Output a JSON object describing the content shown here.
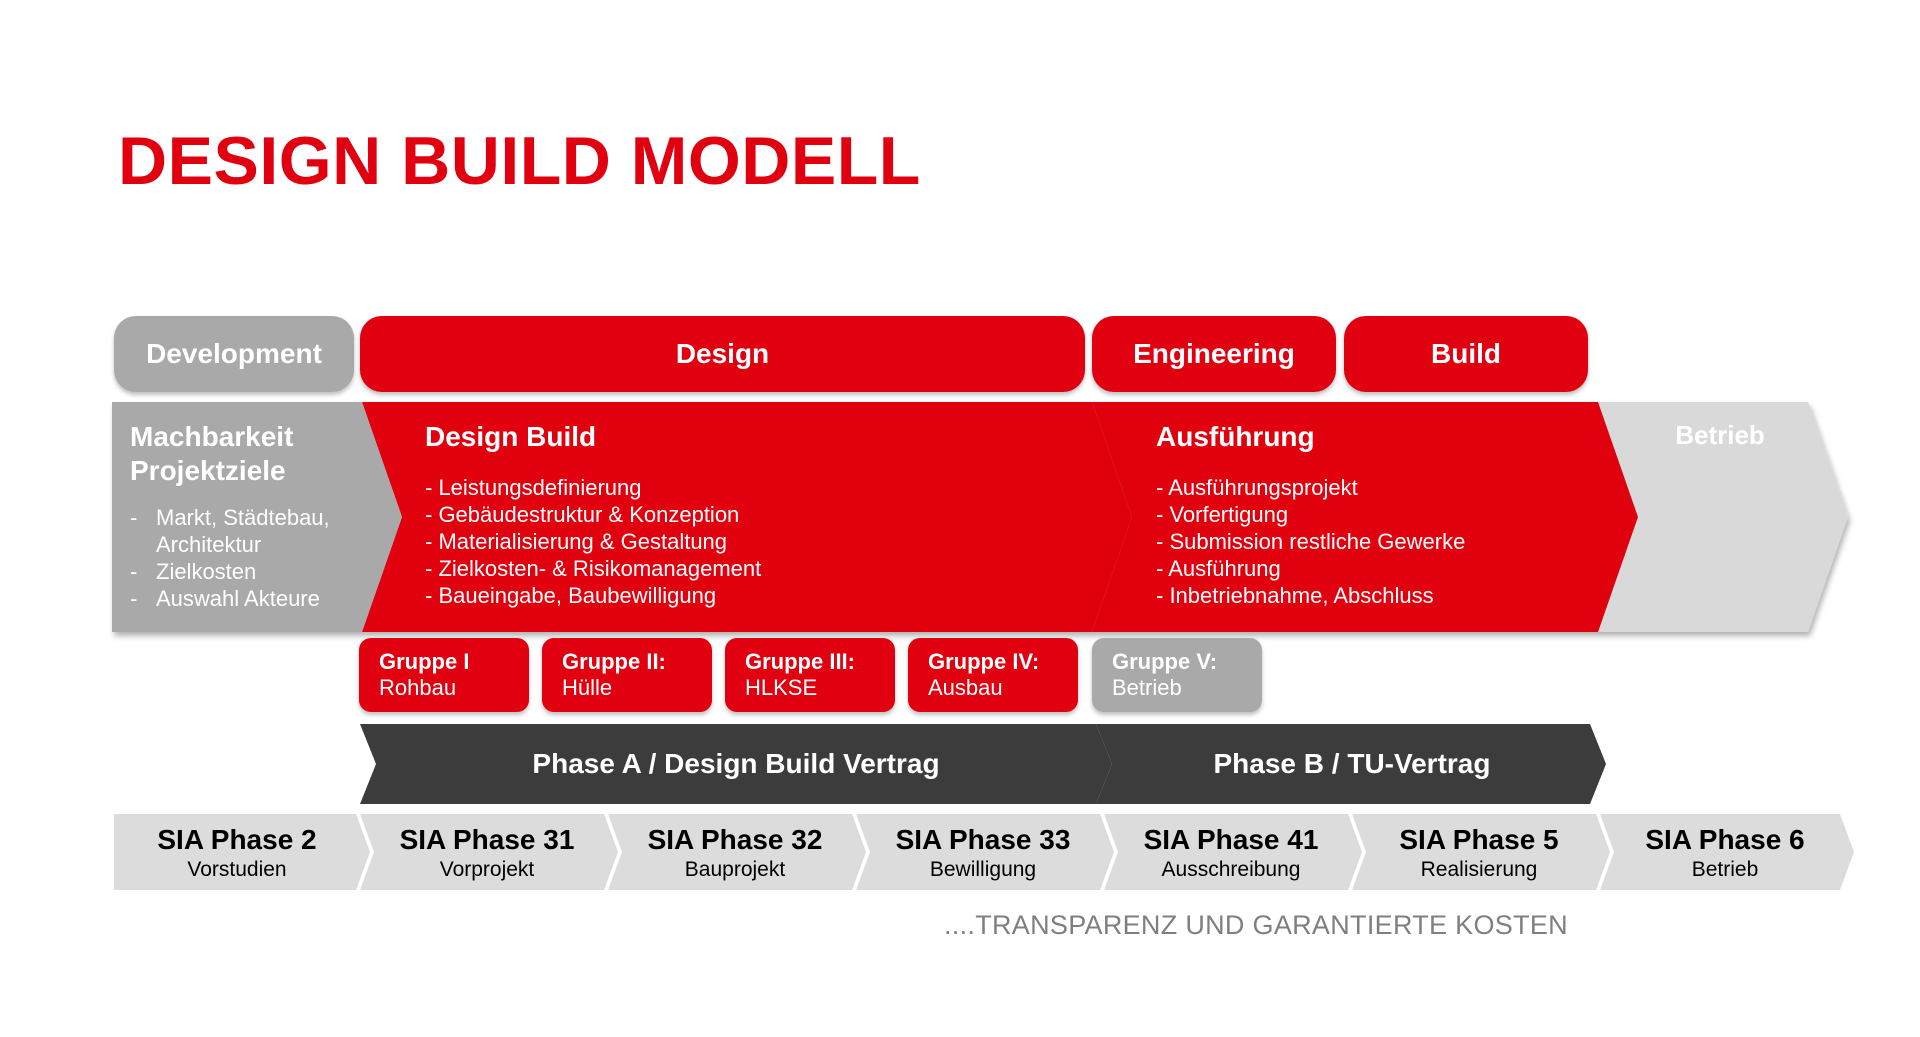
{
  "title": "DESIGN BUILD MODELL",
  "colors": {
    "red": "#e1000f",
    "grey": "#a9a9a9",
    "light_grey": "#d9d9d9",
    "dark": "#3c3c3c",
    "sia_grey": "#dcdcdc"
  },
  "phases_top": [
    {
      "label": "Development"
    },
    {
      "label": "Design"
    },
    {
      "label": "Engineering"
    },
    {
      "label": "Build"
    }
  ],
  "development": {
    "heading_line1": "Machbarkeit",
    "heading_line2": "Projektziele",
    "items": [
      "Markt, Städtebau, Architektur",
      "Zielkosten",
      "Auswahl Akteure"
    ]
  },
  "design_build": {
    "heading": "Design Build",
    "items": [
      "- Leistungsdefinierung",
      "- Gebäudestruktur & Konzeption",
      "- Materialisierung & Gestaltung",
      "- Zielkosten- & Risikomanagement",
      "- Baueingabe, Baubewilligung"
    ]
  },
  "ausfuehrung": {
    "heading": "Ausführung",
    "items": [
      "- Ausführungsprojekt",
      "- Vorfertigung",
      "- Submission restliche Gewerke",
      "- Ausführung",
      "- Inbetriebnahme, Abschluss"
    ]
  },
  "betrieb": {
    "label": "Betrieb"
  },
  "groups": [
    {
      "name": "Gruppe I",
      "sub": "Rohbau"
    },
    {
      "name": "Gruppe II:",
      "sub": "Hülle"
    },
    {
      "name": "Gruppe III:",
      "sub": "HLKSE"
    },
    {
      "name": "Gruppe IV:",
      "sub": "Ausbau"
    },
    {
      "name": "Gruppe V:",
      "sub": "Betrieb"
    }
  ],
  "contracts": [
    {
      "label": "Phase A / Design Build Vertrag"
    },
    {
      "label": "Phase B / TU-Vertrag"
    }
  ],
  "sia_phases": [
    {
      "title": "SIA Phase 2",
      "sub": "Vorstudien"
    },
    {
      "title": "SIA Phase 31",
      "sub": "Vorprojekt"
    },
    {
      "title": "SIA Phase 32",
      "sub": "Bauprojekt"
    },
    {
      "title": "SIA Phase 33",
      "sub": "Bewilligung"
    },
    {
      "title": "SIA Phase 41",
      "sub": "Ausschreibung"
    },
    {
      "title": "SIA Phase 5",
      "sub": "Realisierung"
    },
    {
      "title": "SIA Phase 6",
      "sub": "Betrieb"
    }
  ],
  "footer": "....TRANSPARENZ UND GARANTIERTE KOSTEN"
}
